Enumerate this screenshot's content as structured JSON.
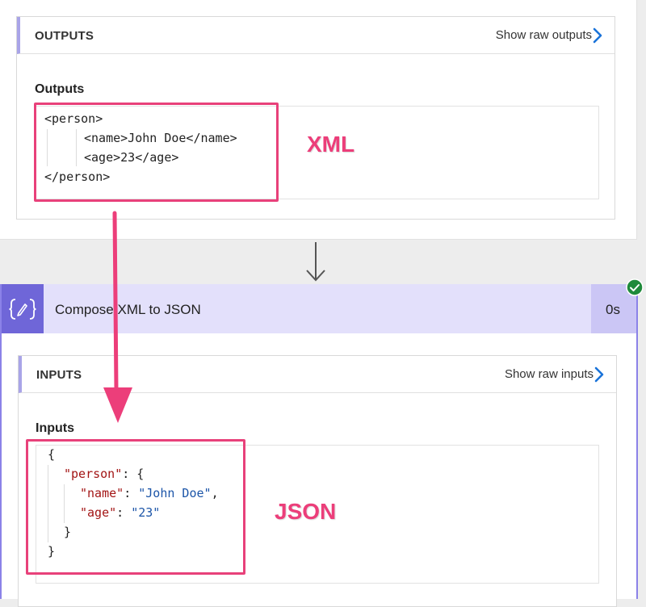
{
  "outputs_card": {
    "header_title": "OUTPUTS",
    "show_raw_label": "Show raw outputs",
    "field_label": "Outputs",
    "code_lines": [
      "<person>",
      "<name>John Doe</name>",
      "<age>23</age>",
      "</person>"
    ]
  },
  "annotations": {
    "xml_label": "XML",
    "json_label": "JSON",
    "highlight_color": "#e8417a"
  },
  "compose_action": {
    "icon": "compose-braces-icon",
    "title": "Compose XML to JSON",
    "duration": "0s",
    "status": "success-check-icon",
    "accent_color": "#6f66d8",
    "inputs_card": {
      "header_title": "INPUTS",
      "show_raw_label": "Show raw inputs",
      "field_label": "Inputs",
      "json": {
        "open_brace": "{",
        "person_key": "\"person\"",
        "person_colon": ": {",
        "name_key": "\"name\"",
        "name_sep": ": ",
        "name_value": "\"John Doe\"",
        "name_comma": ",",
        "age_key": "\"age\"",
        "age_sep": ": ",
        "age_value": "\"23\"",
        "inner_close": "}",
        "outer_close": "}"
      }
    }
  }
}
